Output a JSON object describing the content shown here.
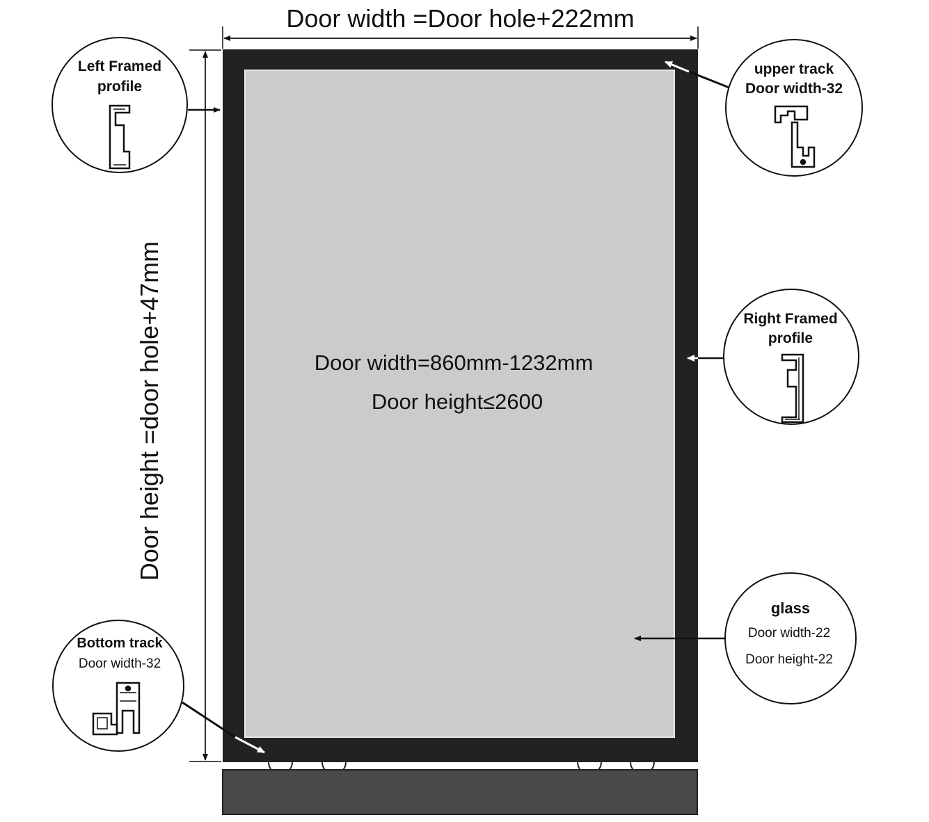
{
  "dimensions": {
    "width_label": "Door width =Door hole+222mm",
    "height_label": "Door height =door hole+47mm"
  },
  "center": {
    "line1": "Door width=860mm-1232mm",
    "line2": "Door height≤2600"
  },
  "callouts": {
    "left_profile": {
      "line1": "Left Framed",
      "line2": "profile"
    },
    "upper_track": {
      "line1": "upper track",
      "line2": "Door width-32"
    },
    "right_profile": {
      "line1": "Right Framed",
      "line2": "profile"
    },
    "glass": {
      "title": "glass",
      "line1": "Door width-22",
      "line2": "Door height-22"
    },
    "bottom_track": {
      "title": "Bottom track",
      "line1": "Door width-32"
    }
  },
  "colors": {
    "frame": "#222222",
    "glass": "#cbcbcb",
    "floor": "#4a4a4a",
    "ink": "#111111"
  }
}
